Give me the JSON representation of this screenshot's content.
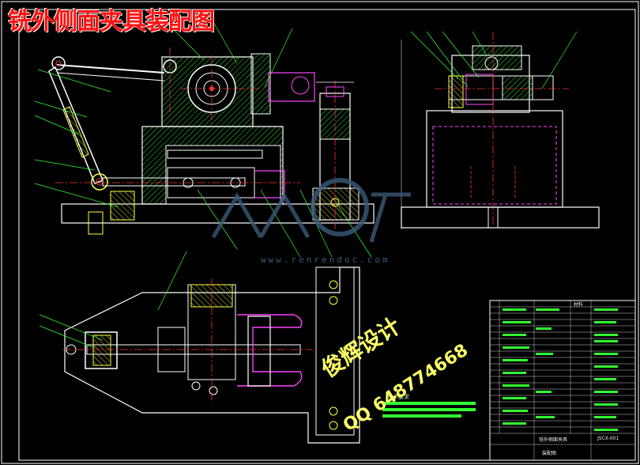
{
  "drawing": {
    "title": "铣外侧面夹具装配图",
    "promo_line1": "俊辉设计",
    "promo_line2": "QQ 648774668",
    "watermark_url": "www.renrendoc.com",
    "note_text": "技术要求",
    "title_block": {
      "header_right": "材料",
      "name": "铣外侧面夹具",
      "drawing_no": "JSCX-001",
      "company": "装配图"
    }
  },
  "colors": {
    "background": "#000000",
    "outline": "#ffffff",
    "border": "#ffffff",
    "leader": "#33ff33",
    "center": "#ff3333",
    "section_hatch": "#33dd33",
    "magenta": "#ff44ff",
    "cyan": "#33ffff",
    "yellow": "#ffff44",
    "title": "#ff1010",
    "watermark": "#3a5a78"
  }
}
